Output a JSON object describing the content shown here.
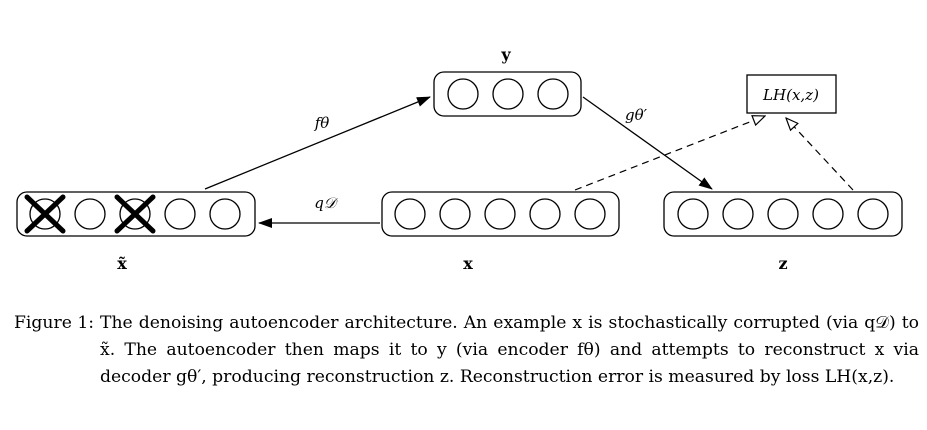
{
  "diagram": {
    "labels": {
      "x_tilde": "x̃",
      "x": "x",
      "y": "y",
      "z": "z",
      "f_theta": "fθ",
      "g_theta_prime": "gθ′",
      "q_d": "q𝒟",
      "loss": "LH(x,z)"
    },
    "layers": {
      "x_tilde": {
        "units": 5,
        "corrupted_units": [
          0,
          2
        ]
      },
      "x": {
        "units": 5
      },
      "y": {
        "units": 3
      },
      "z": {
        "units": 5
      }
    }
  },
  "caption": {
    "label": "Figure 1:",
    "text": "The denoising autoencoder architecture. An example x is stochastically corrupted (via q𝒟) to x̃. The autoencoder then maps it to y (via encoder fθ) and attempts to reconstruct x via decoder gθ′, producing reconstruction z. Reconstruction error is measured by loss LH(x,z)."
  }
}
